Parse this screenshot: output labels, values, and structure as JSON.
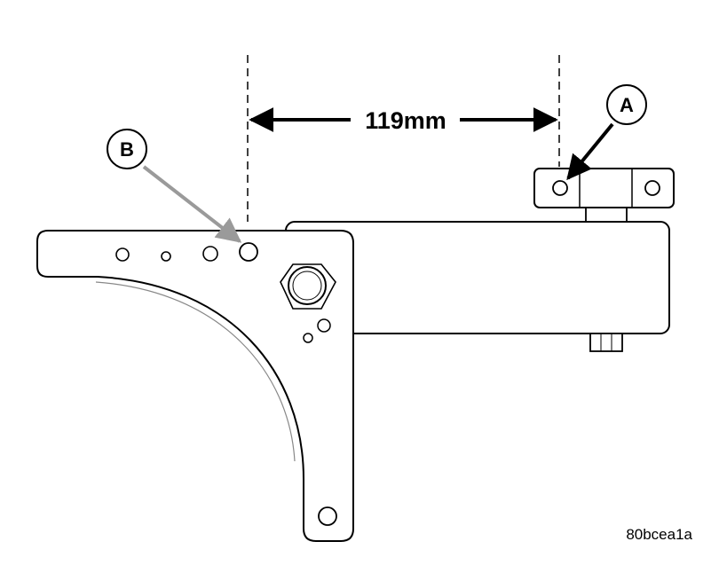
{
  "dimension": {
    "value_label": "119mm"
  },
  "callouts": [
    {
      "id": "A",
      "label": "A"
    },
    {
      "id": "B",
      "label": "B"
    }
  ],
  "figure_id": "80bcea1a",
  "colors": {
    "line": "#000000",
    "leader_b": "#9a9a9a",
    "background": "#ffffff"
  }
}
